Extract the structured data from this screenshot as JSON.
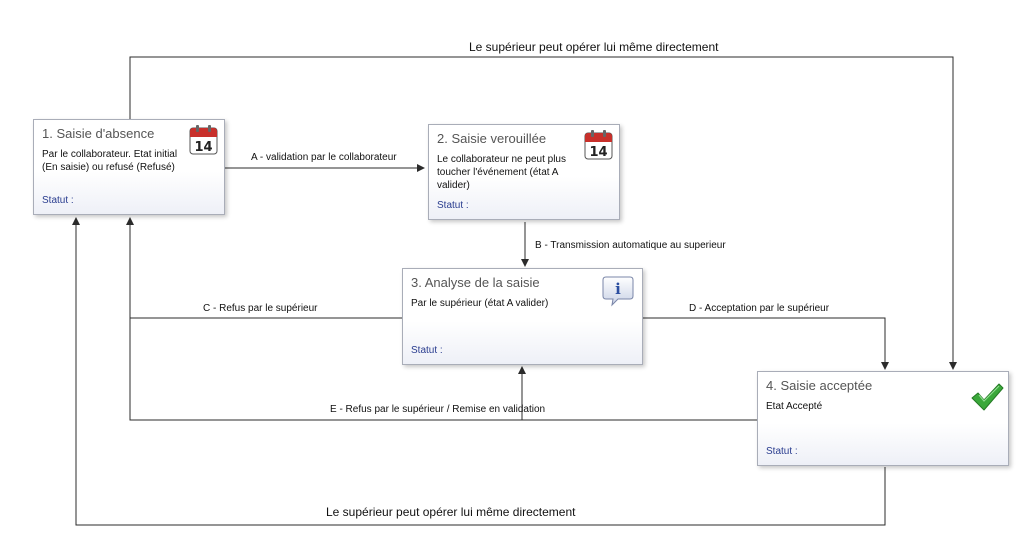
{
  "nodes": {
    "n1": {
      "title": "1. Saisie d'absence",
      "desc": [
        "Par le collaborateur. Etat initial",
        "(En saisie) ou refusé (Refusé)"
      ],
      "statut": "Statut :",
      "icon": "calendar-icon",
      "icon_number": "14"
    },
    "n2": {
      "title": "2. Saisie verouillée",
      "desc": [
        "Le collaborateur ne peut plus",
        "toucher l'événement (état A",
        "valider)"
      ],
      "statut": "Statut :",
      "icon": "calendar-icon",
      "icon_number": "14"
    },
    "n3": {
      "title": "3. Analyse de la saisie",
      "desc": [
        "Par le supérieur (état A valider)"
      ],
      "statut": "Statut :",
      "icon": "info-icon",
      "icon_letter": "i"
    },
    "n4": {
      "title": "4. Saisie acceptée",
      "desc": [
        "Etat Accepté"
      ],
      "statut": "Statut :",
      "icon": "checkmark-icon"
    }
  },
  "edges": {
    "top": "Le supérieur peut opérer lui même directement",
    "a": "A - validation par le collaborateur",
    "b": "B - Transmission automatique au superieur",
    "c": "C - Refus par le supérieur",
    "d": "D - Acceptation par le supérieur",
    "e": "E - Refus par le supérieur / Remise en validation",
    "bottom": "Le supérieur peut opérer lui même directement"
  },
  "colors": {
    "line": "#2b2b2b",
    "statut": "#2a3d8f",
    "calendar_red": "#c8302b",
    "check_green": "#3aa83a"
  }
}
